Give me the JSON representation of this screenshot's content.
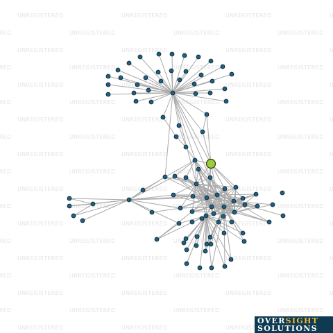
{
  "watermark": {
    "text": "UNREGISTERED"
  },
  "logo": {
    "line1_a": "OVER",
    "line1_b": "SIGHT",
    "line2": "SOLUTIONS"
  },
  "colors": {
    "edge": "#a9a9a9",
    "node": "#1f5f80",
    "focus_node": "#9ccc3c",
    "logo_bg": "#0e3a52",
    "logo_accent": "#f2b632"
  }
}
